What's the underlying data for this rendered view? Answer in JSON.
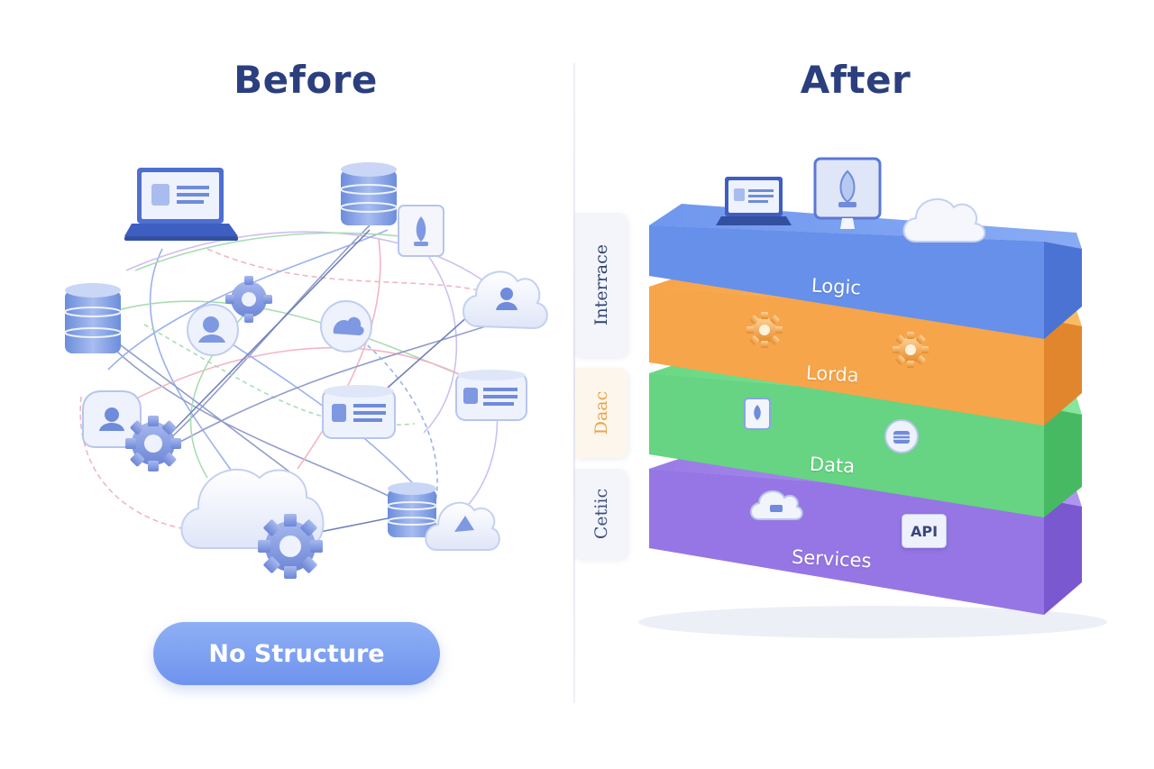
{
  "before": {
    "title": "Before",
    "badge": "No Structure",
    "nodes": [
      {
        "kind": "laptop-icon"
      },
      {
        "kind": "database-icon"
      },
      {
        "kind": "document-icon"
      },
      {
        "kind": "cloud-icon"
      },
      {
        "kind": "gear-icon"
      },
      {
        "kind": "user-icon"
      }
    ]
  },
  "after": {
    "title": "After",
    "side_tags": [
      "Interrace",
      "Daac",
      "Cetiic"
    ],
    "layers": [
      {
        "label": "Logic",
        "color": "#5b86e6"
      },
      {
        "label": "Lorda",
        "color": "#f39a3c"
      },
      {
        "label": "Data",
        "color": "#5fd07a"
      },
      {
        "label": "Services",
        "color": "#8f6ee0"
      }
    ],
    "api_label": "API"
  },
  "colors": {
    "title": "#2b3f7e",
    "accent": "#7a9cf0",
    "line_palette": [
      "#8aa4e8",
      "#f0a9b9",
      "#9bd7a6",
      "#c7b3ef",
      "#7f8cc4"
    ]
  }
}
